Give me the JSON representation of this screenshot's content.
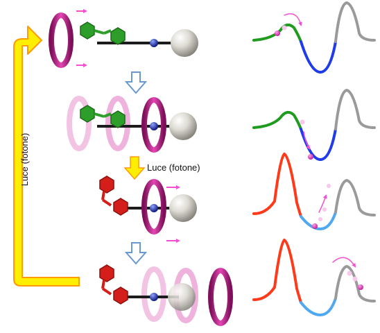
{
  "labels": {
    "photon_top": "Luce (fotone)",
    "photon_side": "Luce (fotone)"
  },
  "colors": {
    "ring": "#d42a9c",
    "ring_ghost": "#f3c3e4",
    "arrow_magenta": "#f34fd0",
    "green_stalk": "#2e9e2a",
    "red_stalk": "#d41e1a",
    "axle": "#1c1c1c",
    "station_bead": "#1b2dbb",
    "stopper": "#dcdad2",
    "big_arrow": "#ffee00",
    "big_arrow_outline": "#ff9a00",
    "step_arrow": "#6a98d0",
    "curve_green": "#1f9b1f",
    "curve_red": "#ff3a1a",
    "curve_blue": "#1f3ce8",
    "curve_lightblue": "#4fa8f0",
    "curve_grey": "#9a9a9a",
    "ball": "#e33bc2"
  },
  "stages": [
    {
      "isomer": "trans",
      "ring_position": "left-end",
      "ghosts": 0,
      "motion_arrows": "right"
    },
    {
      "isomer": "trans",
      "ring_position": "station",
      "ghosts": 2
    },
    {
      "isomer": "cis",
      "ring_position": "station",
      "motion_arrows": "right"
    },
    {
      "isomer": "cis",
      "ring_position": "right-end",
      "ghosts": 2
    }
  ],
  "energy_profiles": [
    {
      "left_barrier": "low",
      "left_color": "green",
      "well_color": "blue",
      "ball": "climbing-left-barrier"
    },
    {
      "left_barrier": "low",
      "left_color": "green",
      "well_color": "blue",
      "ball": "falling-into-well"
    },
    {
      "left_barrier": "high",
      "left_color": "red",
      "well_color": "lightblue",
      "ball": "climbing-right-barrier"
    },
    {
      "left_barrier": "high",
      "left_color": "red",
      "well_color": "lightblue",
      "ball": "leaving-right"
    }
  ]
}
